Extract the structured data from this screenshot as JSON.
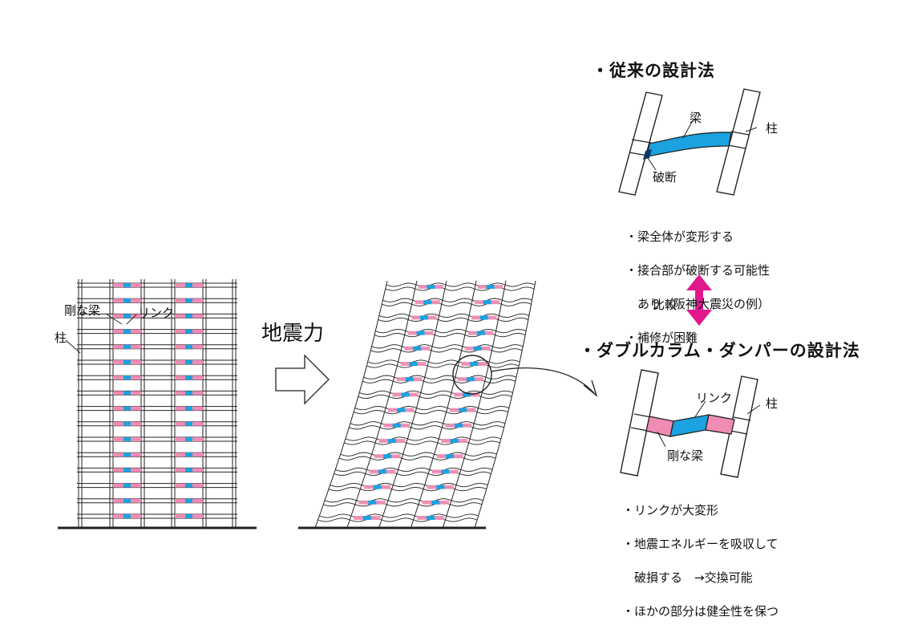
{
  "labels": {
    "rigid_beam": "剛な梁",
    "link": "リンク",
    "column": "柱",
    "seismic_force": "地震力",
    "beam": "梁",
    "rupture": "破断",
    "comparison": "比較"
  },
  "conventional": {
    "title": "・従来の設計法",
    "notes": [
      "・梁全体が変形する",
      "・接合部が破断する可能性",
      "　あり（阪神大震災の例）",
      "・補修が困難"
    ]
  },
  "double_column": {
    "title": "・ダブルカラム・ダンパーの設計法",
    "notes": [
      "・リンクが大変形",
      "・地震エネルギーを吸収して",
      "　破損する　→交換可能",
      "・ほかの部分は健全性を保つ"
    ]
  },
  "colors": {
    "link_blue": "#1aa3e0",
    "rigid_pink": "#f08cb4",
    "arrow_magenta": "#e0188c",
    "line": "#222222"
  },
  "icons": {
    "seismic_arrow": "hollow-right-arrow-icon",
    "comparison_arrow": "double-headed-vertical-arrow-icon"
  }
}
